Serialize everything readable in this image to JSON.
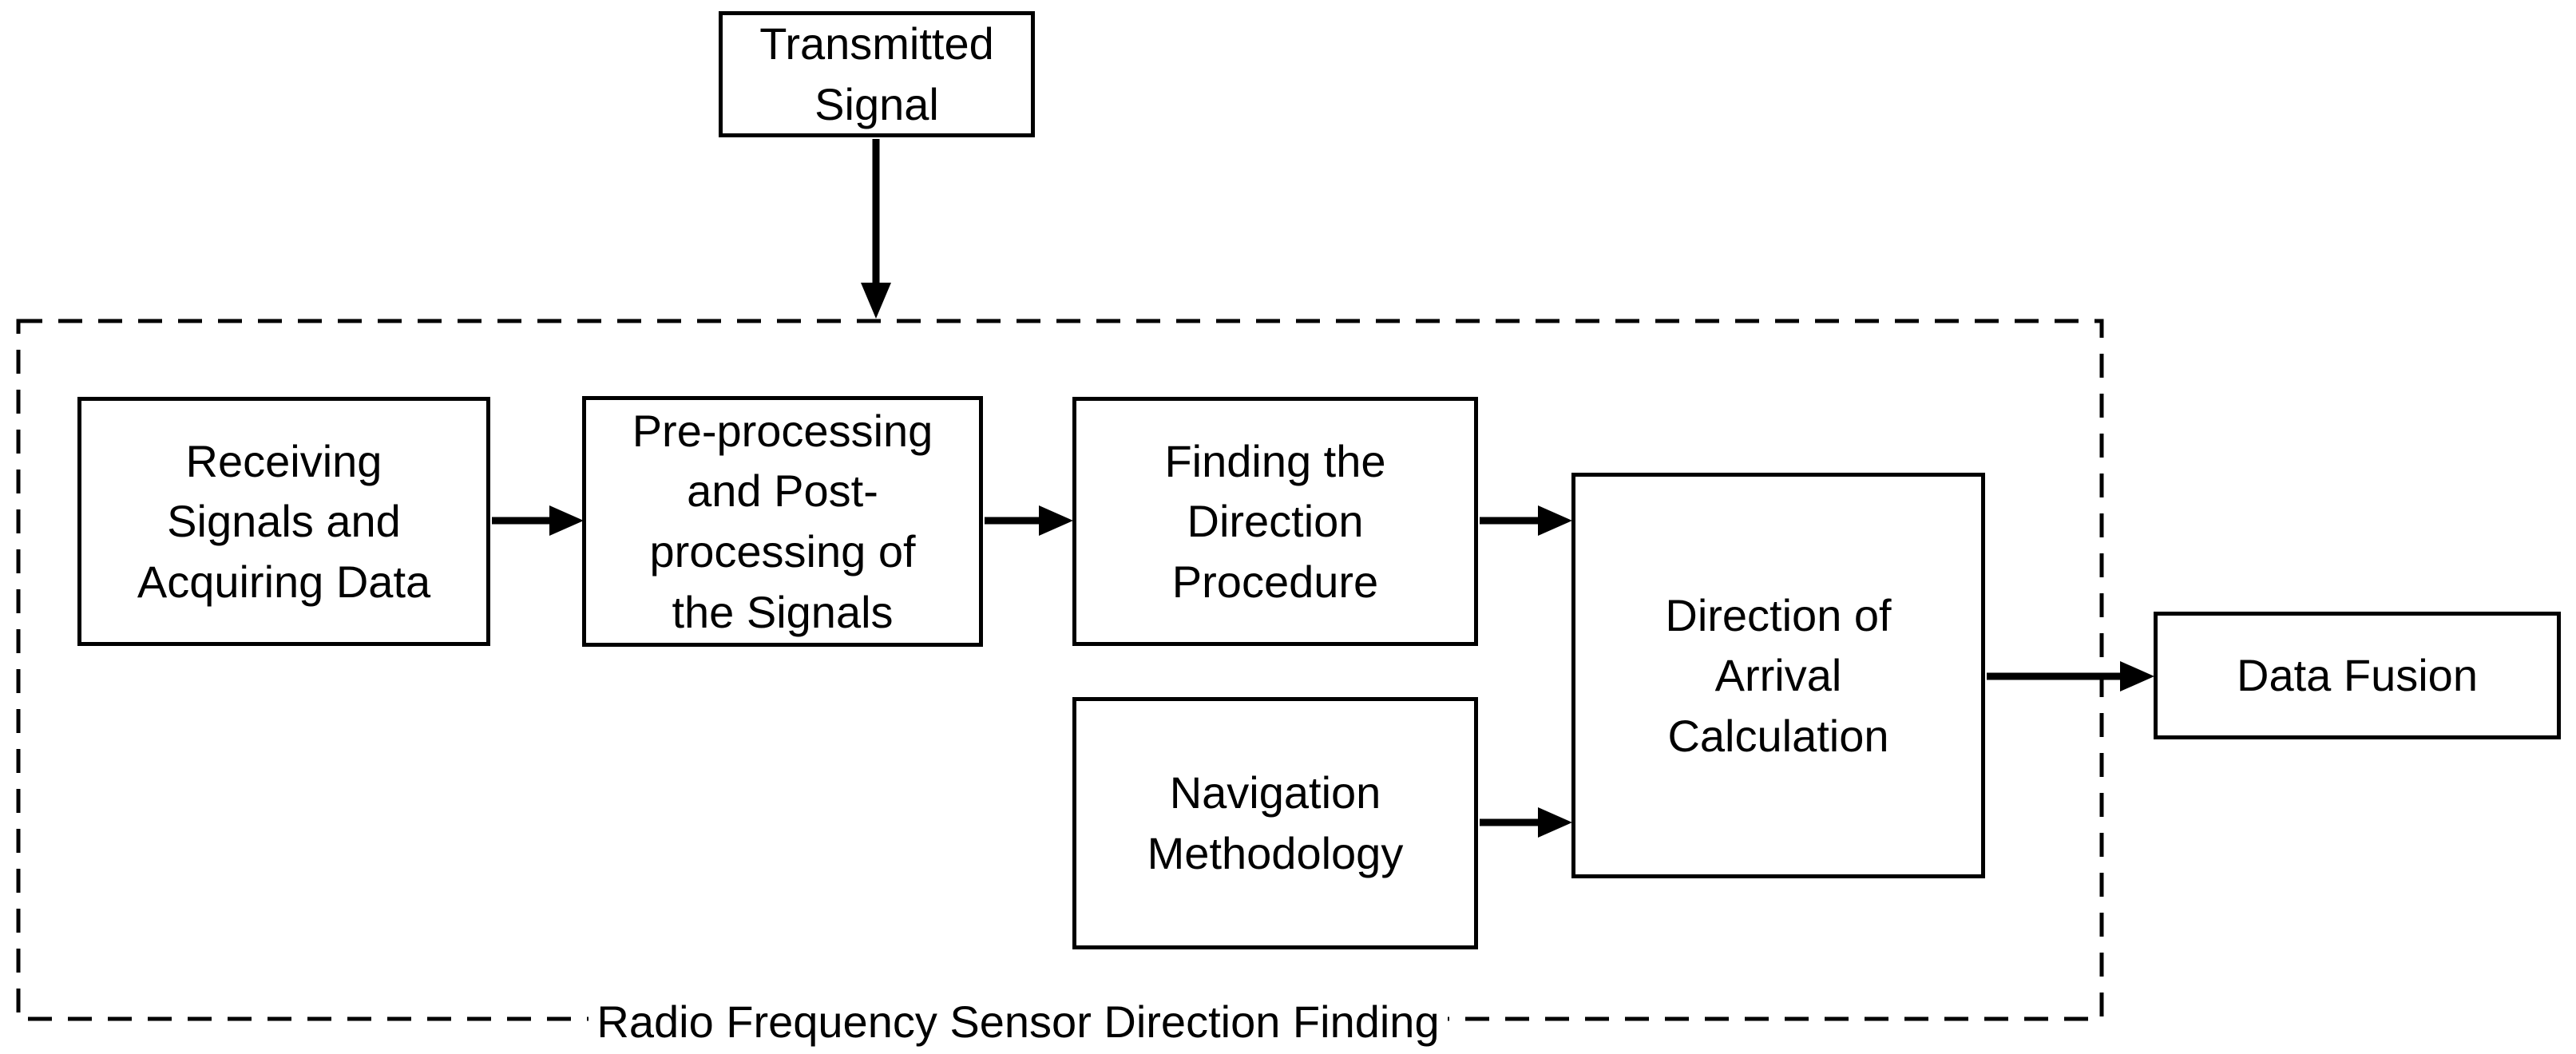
{
  "diagram": {
    "type": "flowchart",
    "background_color": "#ffffff",
    "line_color": "#000000",
    "text_color": "#000000",
    "group": {
      "label": "Radio Frequency Sensor Direction Finding",
      "border_style": "dashed"
    },
    "nodes": {
      "transmitted_signal": {
        "label": "Transmitted Signal"
      },
      "receiving": {
        "label": "Receiving\nSignals and\nAcquiring Data"
      },
      "preprocessing": {
        "label": "Pre-processing\nand Post-\nprocessing of\nthe Signals"
      },
      "finding_direction": {
        "label": "Finding the\nDirection\nProcedure"
      },
      "navigation": {
        "label": "Navigation\nMethodology"
      },
      "doa": {
        "label": "Direction of\nArrival\nCalculation"
      },
      "data_fusion": {
        "label": "Data Fusion"
      }
    },
    "edges": [
      {
        "from": "transmitted_signal",
        "to": "radio_frequency_sensor_direction_finding_group",
        "direction": "down"
      },
      {
        "from": "receiving",
        "to": "preprocessing",
        "direction": "right"
      },
      {
        "from": "preprocessing",
        "to": "finding_direction",
        "direction": "right"
      },
      {
        "from": "finding_direction",
        "to": "doa",
        "direction": "right"
      },
      {
        "from": "navigation",
        "to": "doa",
        "direction": "right"
      },
      {
        "from": "doa",
        "to": "data_fusion",
        "direction": "right"
      }
    ]
  }
}
